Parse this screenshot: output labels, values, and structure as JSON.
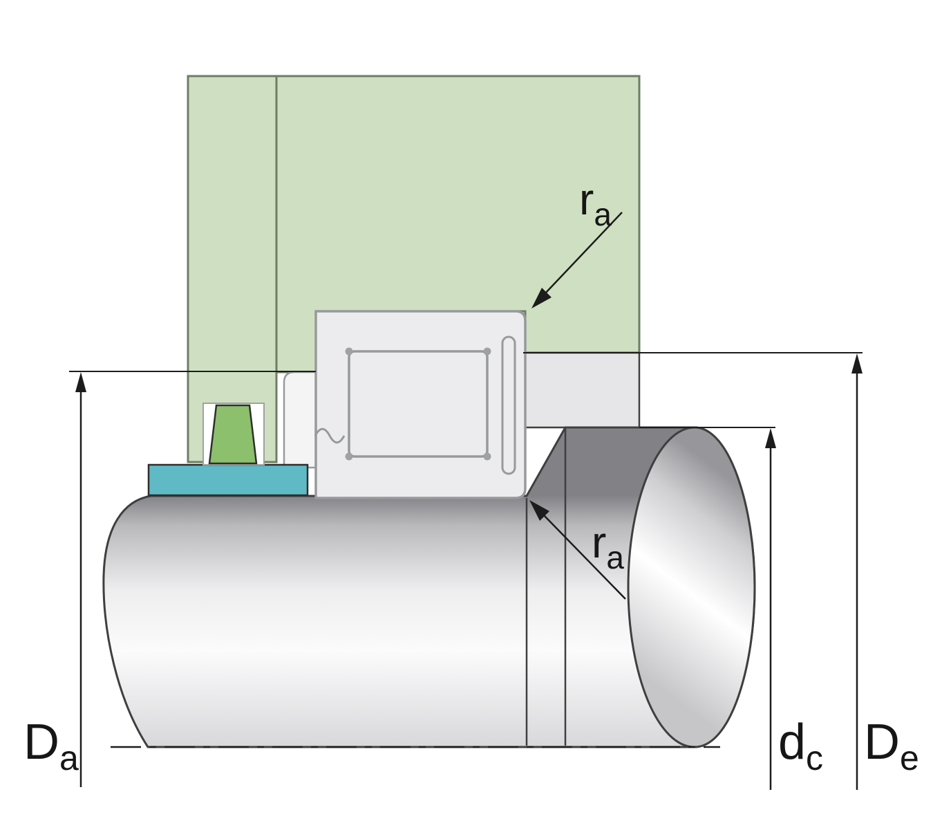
{
  "labels": {
    "Da": {
      "main": "D",
      "sub": "a"
    },
    "De": {
      "main": "D",
      "sub": "e"
    },
    "dc": {
      "main": "d",
      "sub": "c"
    },
    "ra_top": {
      "main": "r",
      "sub": "a"
    },
    "ra_bottom": {
      "main": "r",
      "sub": "a"
    }
  },
  "colors": {
    "background": "#ffffff",
    "housing_fill": "#cfe0c2",
    "housing_stroke": "#6f7d65",
    "bearing_fill": "#ececee",
    "bearing_stroke": "#97999b",
    "relief_fill": "#f4f4f5",
    "lockring_fill": "#5fbac5",
    "plug_fill": "#8cc06c",
    "part_stroke": "#2e2e2e",
    "shoulder_fill": "#e6e6e8",
    "shaft_stroke": "#3f3f3f",
    "dimension_stroke": "#1c1c1c",
    "cage_dot": "#9fa1a3"
  }
}
